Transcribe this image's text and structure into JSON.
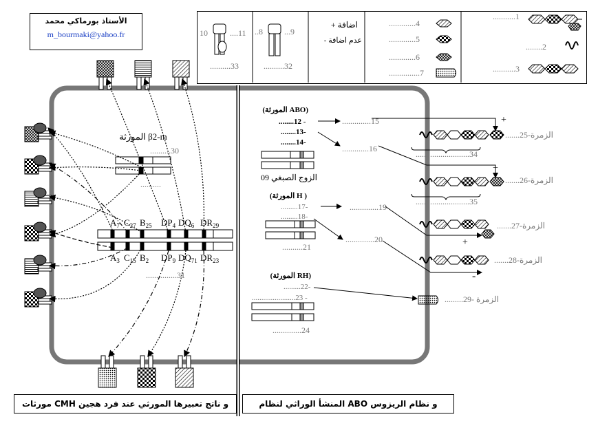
{
  "author": {
    "name": "الأستاذ بورماكي محمد",
    "email": "m_bourmaki@yahoo.fr"
  },
  "legend": {
    "addition": "+ اضافة",
    "no_addition": "- عدم اضافة",
    "items": [
      "1",
      "2",
      "3",
      "4",
      "5",
      "6",
      "7"
    ],
    "receptor_labels": [
      "8",
      "9",
      "10",
      "11",
      "32",
      "33"
    ]
  },
  "left_panel": {
    "caption": "مورثات CMH و ناتج تعبيرها المورثي عند فرد هجين",
    "b2m_label": "المورثة β2-m",
    "numbers": {
      "n30": "30",
      "n31": "31"
    },
    "upper_alleles": [
      {
        "base": "A",
        "sub": "7"
      },
      {
        "base": "C",
        "sub": "27"
      },
      {
        "base": "B",
        "sub": "25"
      },
      {
        "base": "DP",
        "sub": "4"
      },
      {
        "base": "DQ",
        "sub": "6"
      },
      {
        "base": "DR",
        "sub": "29"
      }
    ],
    "lower_alleles": [
      {
        "base": "A",
        "sub": "3"
      },
      {
        "base": "C",
        "sub": "15"
      },
      {
        "base": "B",
        "sub": "2"
      },
      {
        "base": "DP",
        "sub": "9"
      },
      {
        "base": "DQ",
        "sub": "71"
      },
      {
        "base": "DR",
        "sub": "23"
      }
    ]
  },
  "right_panel": {
    "caption": "المنشأ الوراثي لنظام ABO و نظام الريزوس",
    "abo_title": "(المورثة ABO)",
    "h_title": "(المورثة H )",
    "rh_title": "(المورثة RH)",
    "chromosome9": "الزوج الصبغي 09",
    "numbers": [
      "12",
      "13",
      "14",
      "15",
      "16",
      "17",
      "18",
      "19",
      "20",
      "21",
      "22",
      "23",
      "24",
      "34",
      "35"
    ],
    "groups": [
      "25-الزمرة",
      "26-الزمرة",
      "27-الزمرة",
      "28-الزمرة",
      "29- الزمرة"
    ],
    "plus": "+",
    "minus": "-"
  }
}
